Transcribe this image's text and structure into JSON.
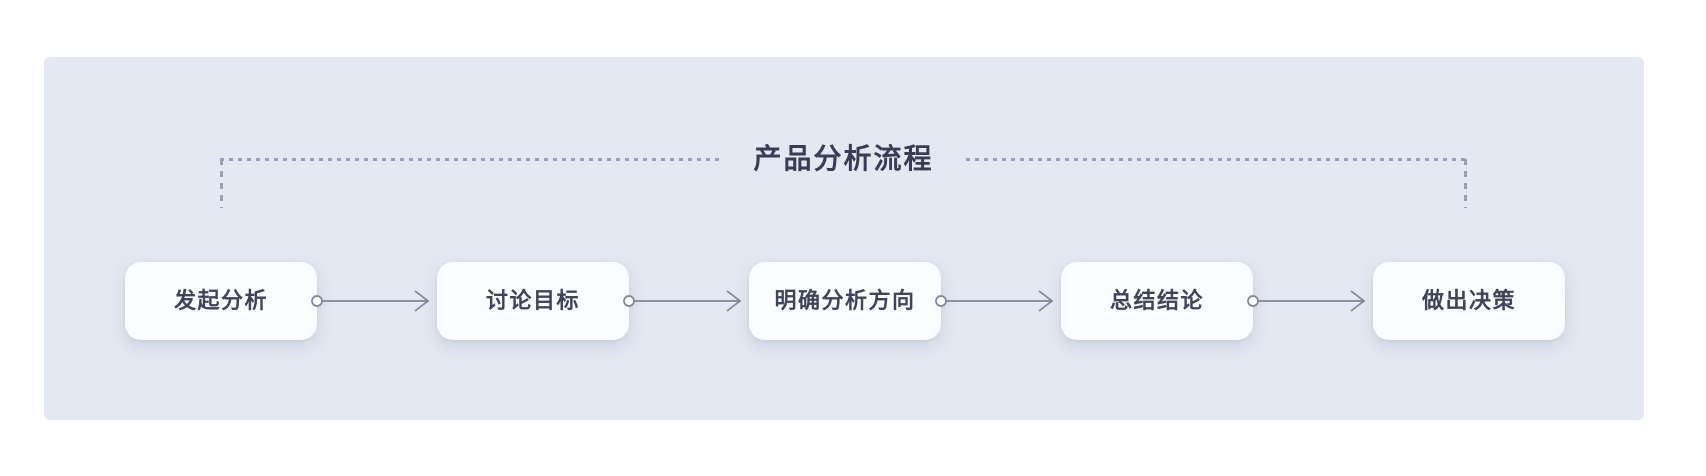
{
  "title": {
    "text": "产品分析流程"
  },
  "flow": {
    "steps": [
      {
        "label": "发起分析"
      },
      {
        "label": "讨论目标"
      },
      {
        "label": "明确分析方向"
      },
      {
        "label": "总结结论"
      },
      {
        "label": "做出决策"
      }
    ]
  },
  "colors": {
    "page_bg": "#ffffff",
    "panel_bg": "#e4e8f2",
    "box_bg": "#fbfcfe",
    "title_color": "#383d55",
    "step_text": "#3f4459",
    "connector": "#7f8499",
    "dot": "#9aa0b2"
  }
}
